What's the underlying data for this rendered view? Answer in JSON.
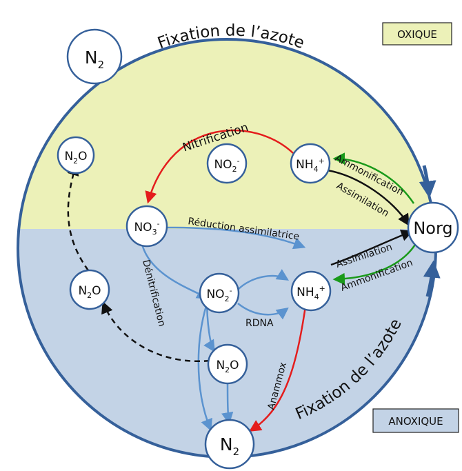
{
  "boxes": {
    "oxique": "OXIQUE",
    "anoxique": "ANOXIQUE"
  },
  "titles": {
    "fixation_top": "Fixation de l’azote",
    "fixation_bottom": "Fixation de l’azote"
  },
  "nodes": {
    "n2_top": [
      "N",
      "2",
      ""
    ],
    "n2o_left_top": [
      "N",
      "2",
      "O"
    ],
    "n2o_left_bottom": [
      "N",
      "2",
      "O"
    ],
    "no2_top": [
      "NO",
      "2",
      "-"
    ],
    "nh4_top": [
      "NH",
      "4",
      "+"
    ],
    "no3": [
      "NO",
      "3",
      "-"
    ],
    "no2_mid": [
      "NO",
      "2",
      "-"
    ],
    "nh4_mid": [
      "NH",
      "4",
      "+"
    ],
    "n2o_mid": [
      "N",
      "2",
      "O"
    ],
    "n2_bottom": [
      "N",
      "2",
      ""
    ],
    "norg": "Norg"
  },
  "processes": {
    "nitrification": "Nitrification",
    "ammonification_top": "Ammonification",
    "assimilation_top": "Assimilation",
    "reduction": "Réduction assimilatrice",
    "assimilation_mid": "Assimilation",
    "ammonification_mid": "Ammonification",
    "denitrification": "Dénitrification",
    "rdna": "RDNA",
    "anammox": "Anammox"
  },
  "colors": {
    "oxic_zone": "#ecf1b8",
    "anoxic_zone": "#c3d3e6",
    "circle": "#35609a",
    "red": "#e41c1c",
    "green": "#1a9a1a",
    "blue": "#5b93cf",
    "black": "#111111"
  }
}
